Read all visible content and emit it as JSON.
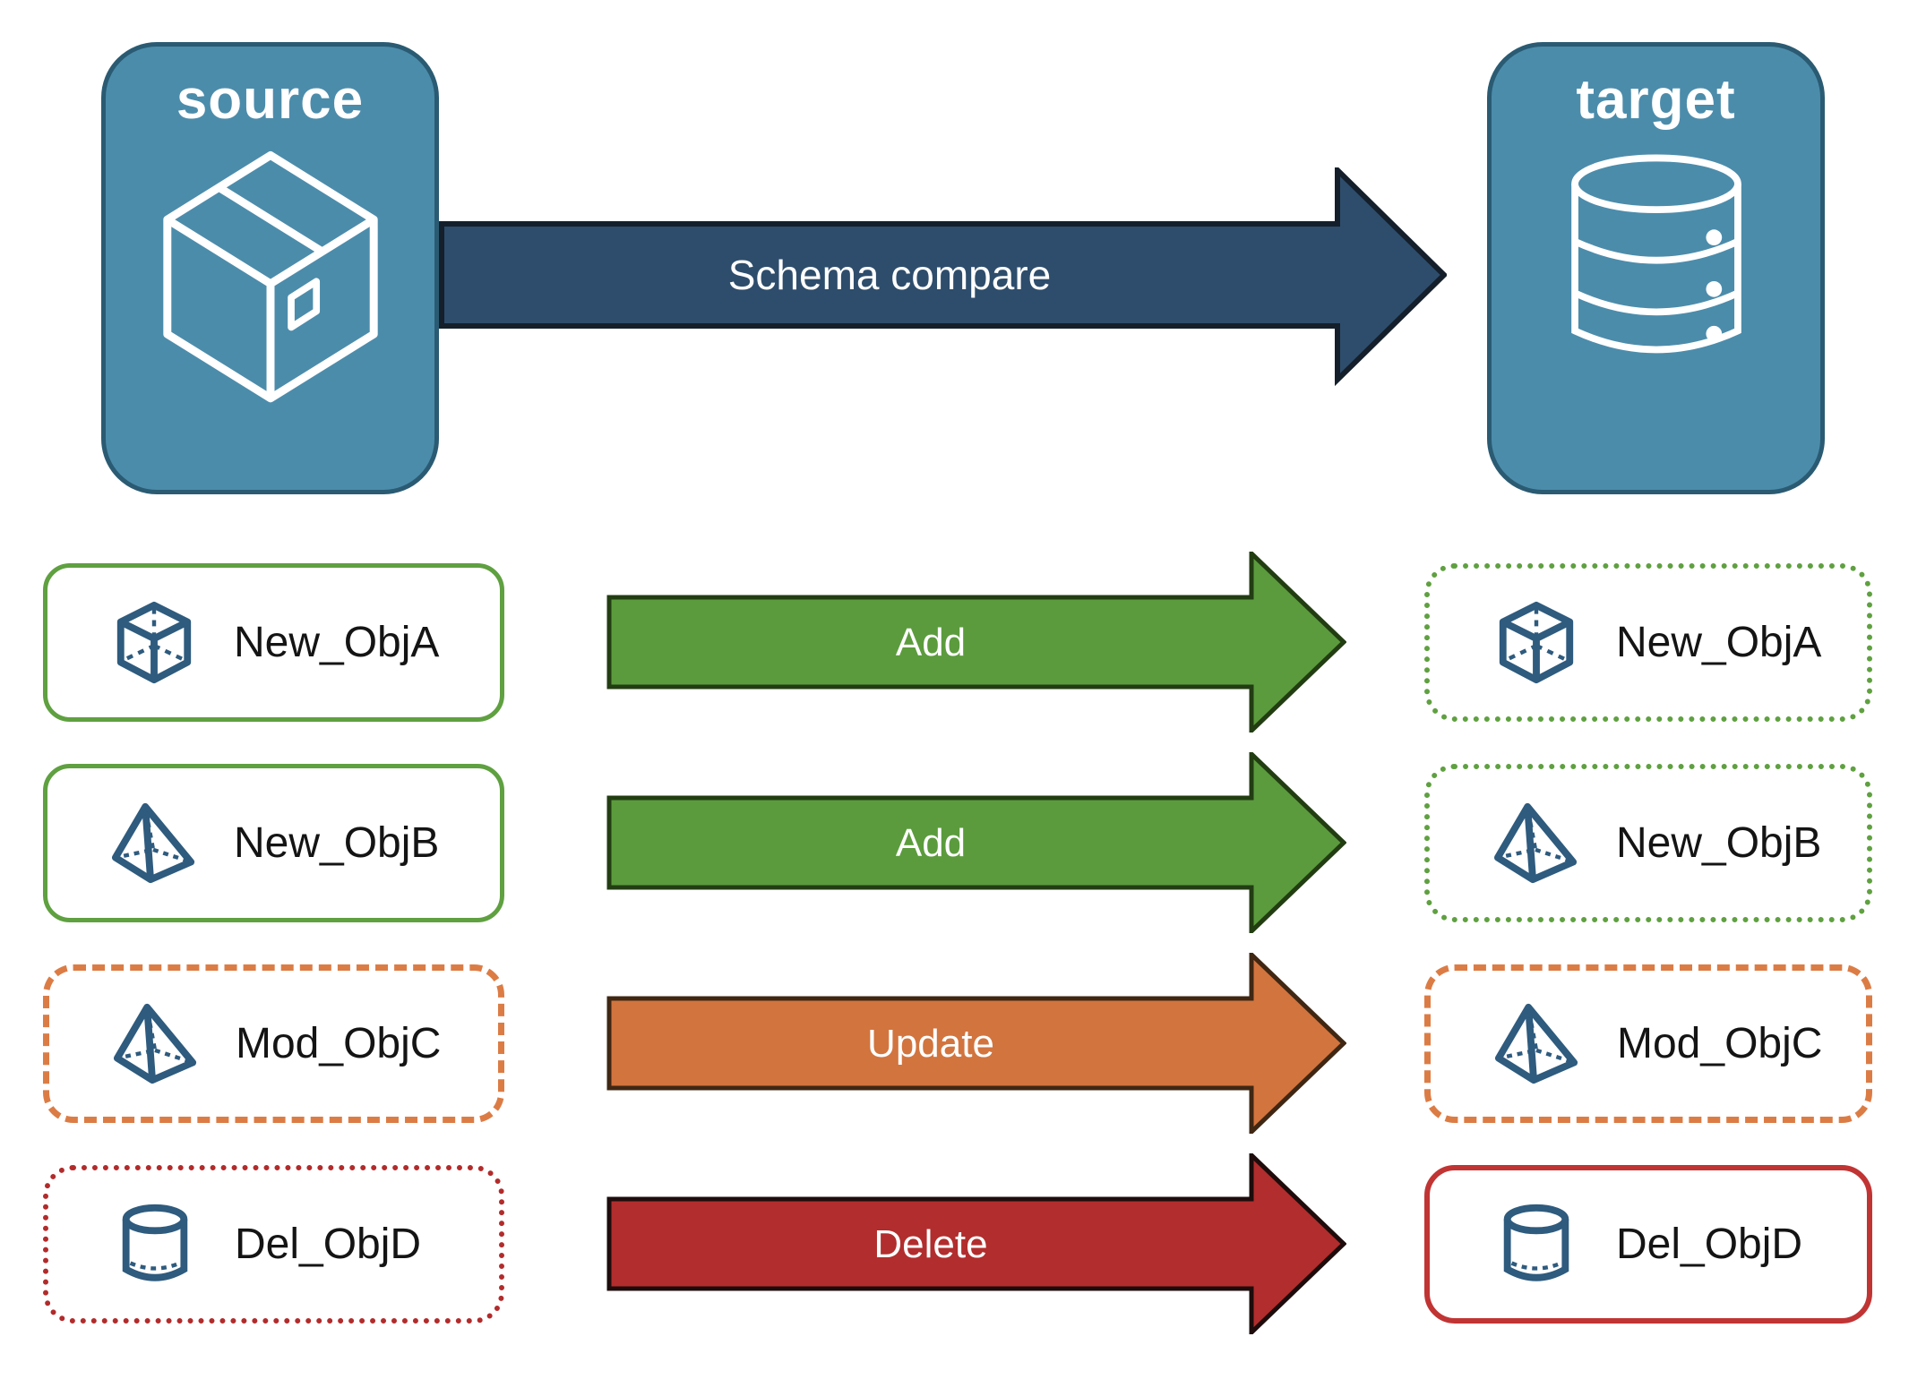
{
  "nodes": {
    "source": {
      "label": "source",
      "icon": "package-box-icon",
      "fill": "#4C8CAB",
      "border_color": "#2A5B73"
    },
    "target": {
      "label": "target",
      "icon": "database-icon",
      "fill": "#4C8CAB",
      "border_color": "#2A5B73"
    }
  },
  "compare": {
    "label": "Schema compare",
    "fill": "#2E4D6C"
  },
  "rows": [
    {
      "left": {
        "label": "New_ObjA",
        "icon": "cube-icon",
        "border_style": "solid",
        "border_color": "#5FA040"
      },
      "arrow": {
        "label": "Add",
        "fill": "#5B9B3D"
      },
      "right": {
        "label": "New_ObjA",
        "icon": "cube-icon",
        "border_style": "dotted",
        "border_color": "#5FA040"
      }
    },
    {
      "left": {
        "label": "New_ObjB",
        "icon": "pyramid-icon",
        "border_style": "solid",
        "border_color": "#5FA040"
      },
      "arrow": {
        "label": "Add",
        "fill": "#5B9B3D"
      },
      "right": {
        "label": "New_ObjB",
        "icon": "pyramid-icon",
        "border_style": "dotted",
        "border_color": "#5FA040"
      }
    },
    {
      "left": {
        "label": "Mod_ObjC",
        "icon": "pyramid-icon",
        "border_style": "dashed",
        "border_color": "#DC7C45"
      },
      "arrow": {
        "label": "Update",
        "fill": "#D2743E"
      },
      "right": {
        "label": "Mod_ObjC",
        "icon": "pyramid-icon",
        "border_style": "dashed",
        "border_color": "#DC7C45"
      }
    },
    {
      "left": {
        "label": "Del_ObjD",
        "icon": "cylinder-icon",
        "border_style": "dotted",
        "border_color": "#B22B2B"
      },
      "arrow": {
        "label": "Delete",
        "fill": "#B22D2D"
      },
      "right": {
        "label": "Del_ObjD",
        "icon": "cylinder-icon",
        "border_style": "solid",
        "border_color": "#C13434"
      }
    }
  ],
  "palette": {
    "background": "#FFFFFF",
    "object_icon_stroke": "#2E5B7E",
    "node_icon_stroke": "#FFFFFF",
    "arrow_text": "#FFFFFF",
    "card_label_text": "#141414"
  }
}
